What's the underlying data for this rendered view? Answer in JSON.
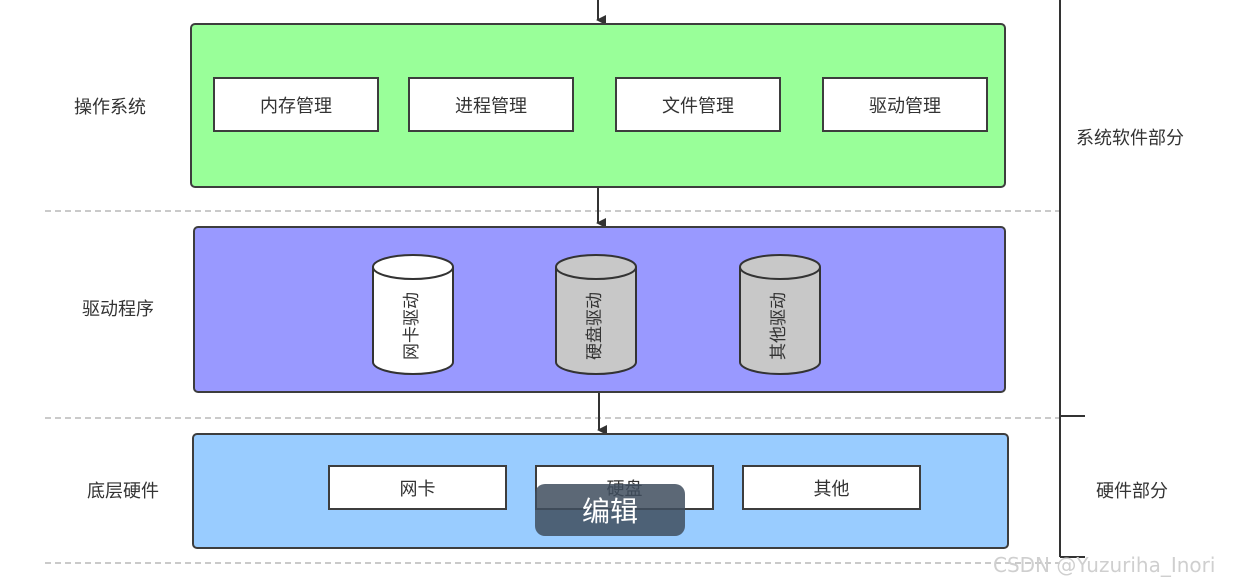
{
  "colors": {
    "os_layer_fill": "#99ff99",
    "driver_layer_fill": "#9999ff",
    "hardware_layer_fill": "#99ccff",
    "cylinder_white": "#ffffff",
    "cylinder_gray": "#c8c8c8"
  },
  "layers": {
    "os": {
      "label": "操作系统",
      "modules": [
        "内存管理",
        "进程管理",
        "文件管理",
        "驱动管理"
      ]
    },
    "driver": {
      "label": "驱动程序",
      "drivers": [
        "网卡驱动",
        "硬盘驱动",
        "其他驱动"
      ]
    },
    "hardware": {
      "label": "底层硬件",
      "devices": [
        "网卡",
        "硬盘",
        "其他"
      ]
    }
  },
  "brackets": {
    "software": "系统软件部分",
    "hardware": "硬件部分"
  },
  "overlay": {
    "edit_label": "编辑"
  },
  "watermark": "CSDN @Yuzuriha_Inori"
}
